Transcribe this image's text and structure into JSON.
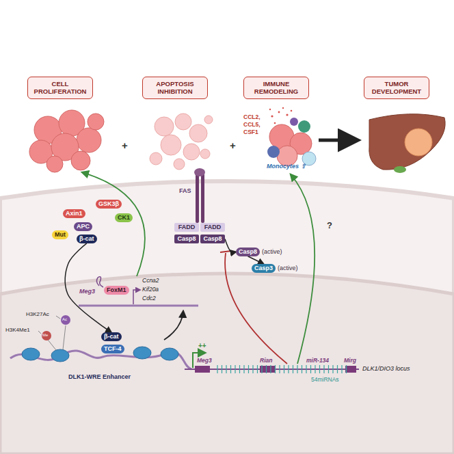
{
  "diagram": {
    "nodes": [
      {
        "text": [
          "CELL PROLIFERATION"
        ]
      },
      {
        "text": [
          "APOPTOSIS INHIBITION"
        ]
      },
      {
        "text": [
          "IMMUNE REMODELING"
        ]
      },
      {
        "text": [
          "TUMOR DEVELOPMENT"
        ]
      },
      {
        "text": [
          "FADD"
        ]
      },
      {
        "text": [
          "FADD"
        ]
      },
      {
        "text": [
          "Casp8"
        ]
      },
      {
        "text": [
          "Casp8"
        ]
      },
      {
        "text": [
          "Casp8",
          "(active)"
        ]
      },
      {
        "text": [
          "Casp3",
          "(active)"
        ]
      },
      {
        "text": [
          "Axin1"
        ]
      },
      {
        "text": [
          "GSK3β"
        ]
      },
      {
        "text": [
          "CK1"
        ]
      },
      {
        "text": [
          "APC"
        ]
      },
      {
        "text": [
          "β-cat"
        ]
      },
      {
        "text": [
          "Mut"
        ]
      },
      {
        "text": [
          "FoxM1"
        ]
      },
      {
        "text": [
          "β-cat"
        ]
      },
      {
        "text": [
          "TCF-4"
        ]
      }
    ],
    "edges": [
      {
        "from": 7,
        "to": 8,
        "arrow": "to"
      },
      {
        "from": 8,
        "to": 9,
        "arrow": "to"
      },
      {
        "from": 14,
        "to": 17,
        "arrow": "to"
      }
    ],
    "labels": [
      "+",
      "+",
      "CCL2,",
      "CCL5,",
      "CSF1",
      "Monocytes ⇧",
      "FAS",
      "H3K27Ac",
      "H3K4Me1",
      "Me",
      "Ac",
      "DLK1-WRE Enhancer",
      "Meg3",
      "Ccna2",
      "Kif20a",
      "Cdc2",
      "++",
      "Meg3",
      "Rian",
      "miR-134",
      "Mirg",
      "54miRNAs",
      "DLK1/DIO3 locus",
      "?"
    ]
  }
}
